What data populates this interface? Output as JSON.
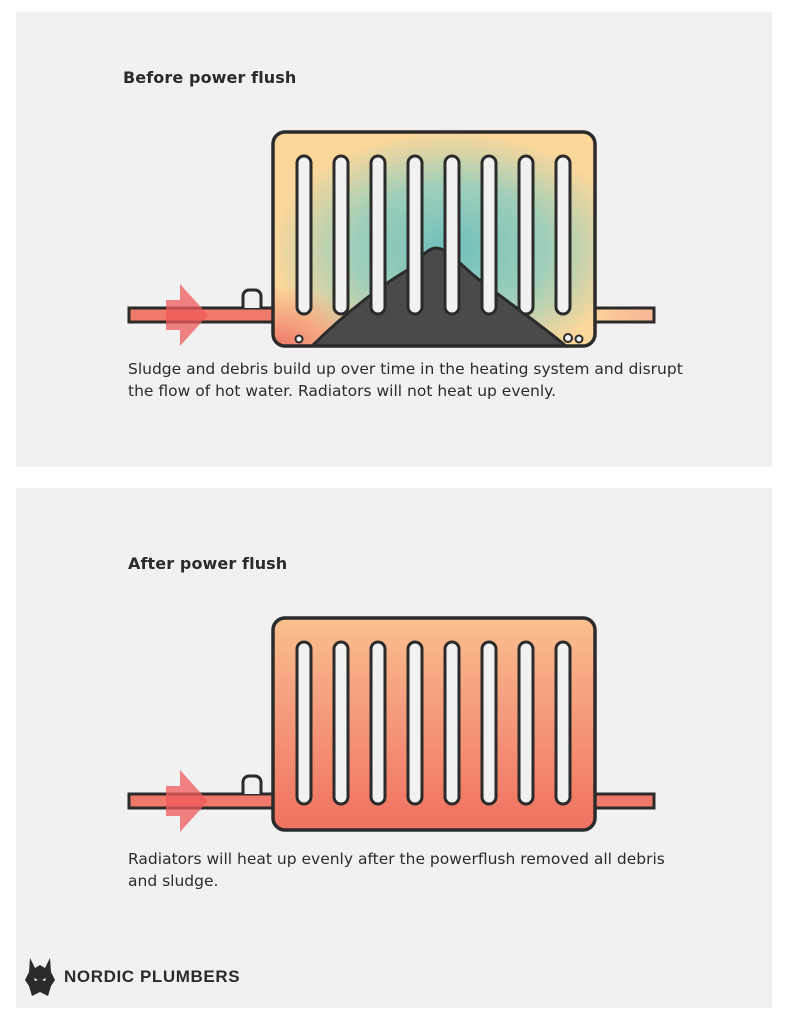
{
  "before": {
    "title": "Before power flush",
    "caption": "Sludge and debris build up over time in the heating system and disrupt the flow of hot water. Radiators will not heat up evenly."
  },
  "after": {
    "title": "After power flush",
    "caption": "Radiators will heat up evenly after the powerflush removed all debris and sludge."
  },
  "brand": {
    "name": "NORDIC PLUMBERS",
    "logo_icon": "wolf-head-icon"
  },
  "colors": {
    "hot": "#f07a6a",
    "warm": "#fbd79a",
    "cold": "#6fbfba",
    "sludge": "#4a4a4c",
    "outline": "#2b2b2b",
    "arrow": "#f05a5a",
    "panel_bg": "#f1f1f1"
  }
}
